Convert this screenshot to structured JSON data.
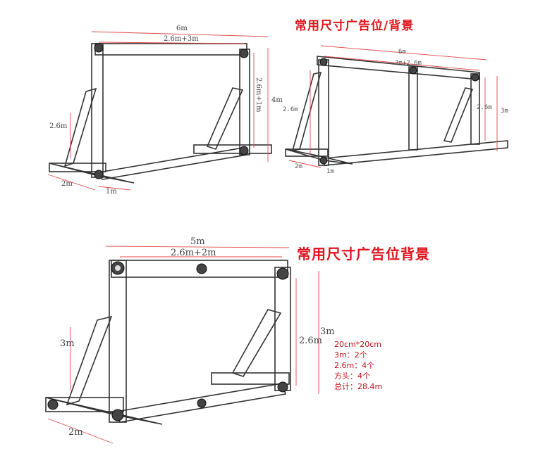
{
  "titles": {
    "top": "常用尺寸广告位/背景",
    "bottom": "常用尺寸广告位背景"
  },
  "diagram_1": {
    "width_total": "6m",
    "width_split": "2.6m+3m",
    "height_split": "2.6m+1m",
    "height_total": "4m",
    "brace": "2.6m",
    "base_depth": "2m",
    "base_side": "1m"
  },
  "diagram_2": {
    "width_total": "6m",
    "width_split": "3m+2.6m",
    "height_left": "2.6m",
    "height_right": "2.6m",
    "height_total": "3m",
    "base_depth": "2m",
    "base_side": "1m"
  },
  "diagram_3": {
    "width_total": "5m",
    "width_split": "2.6m+2m",
    "height": "2.6m",
    "height_total": "3m",
    "brace": "3m",
    "base_depth": "2m"
  },
  "specs": [
    "20cm*20cm",
    "3m：2个",
    "2.6m：4个",
    "方头：4个",
    "总计：28.4m"
  ],
  "colors": {
    "title": "#e0141c",
    "dimension_line": "#e34a4a",
    "truss": "#333333"
  }
}
